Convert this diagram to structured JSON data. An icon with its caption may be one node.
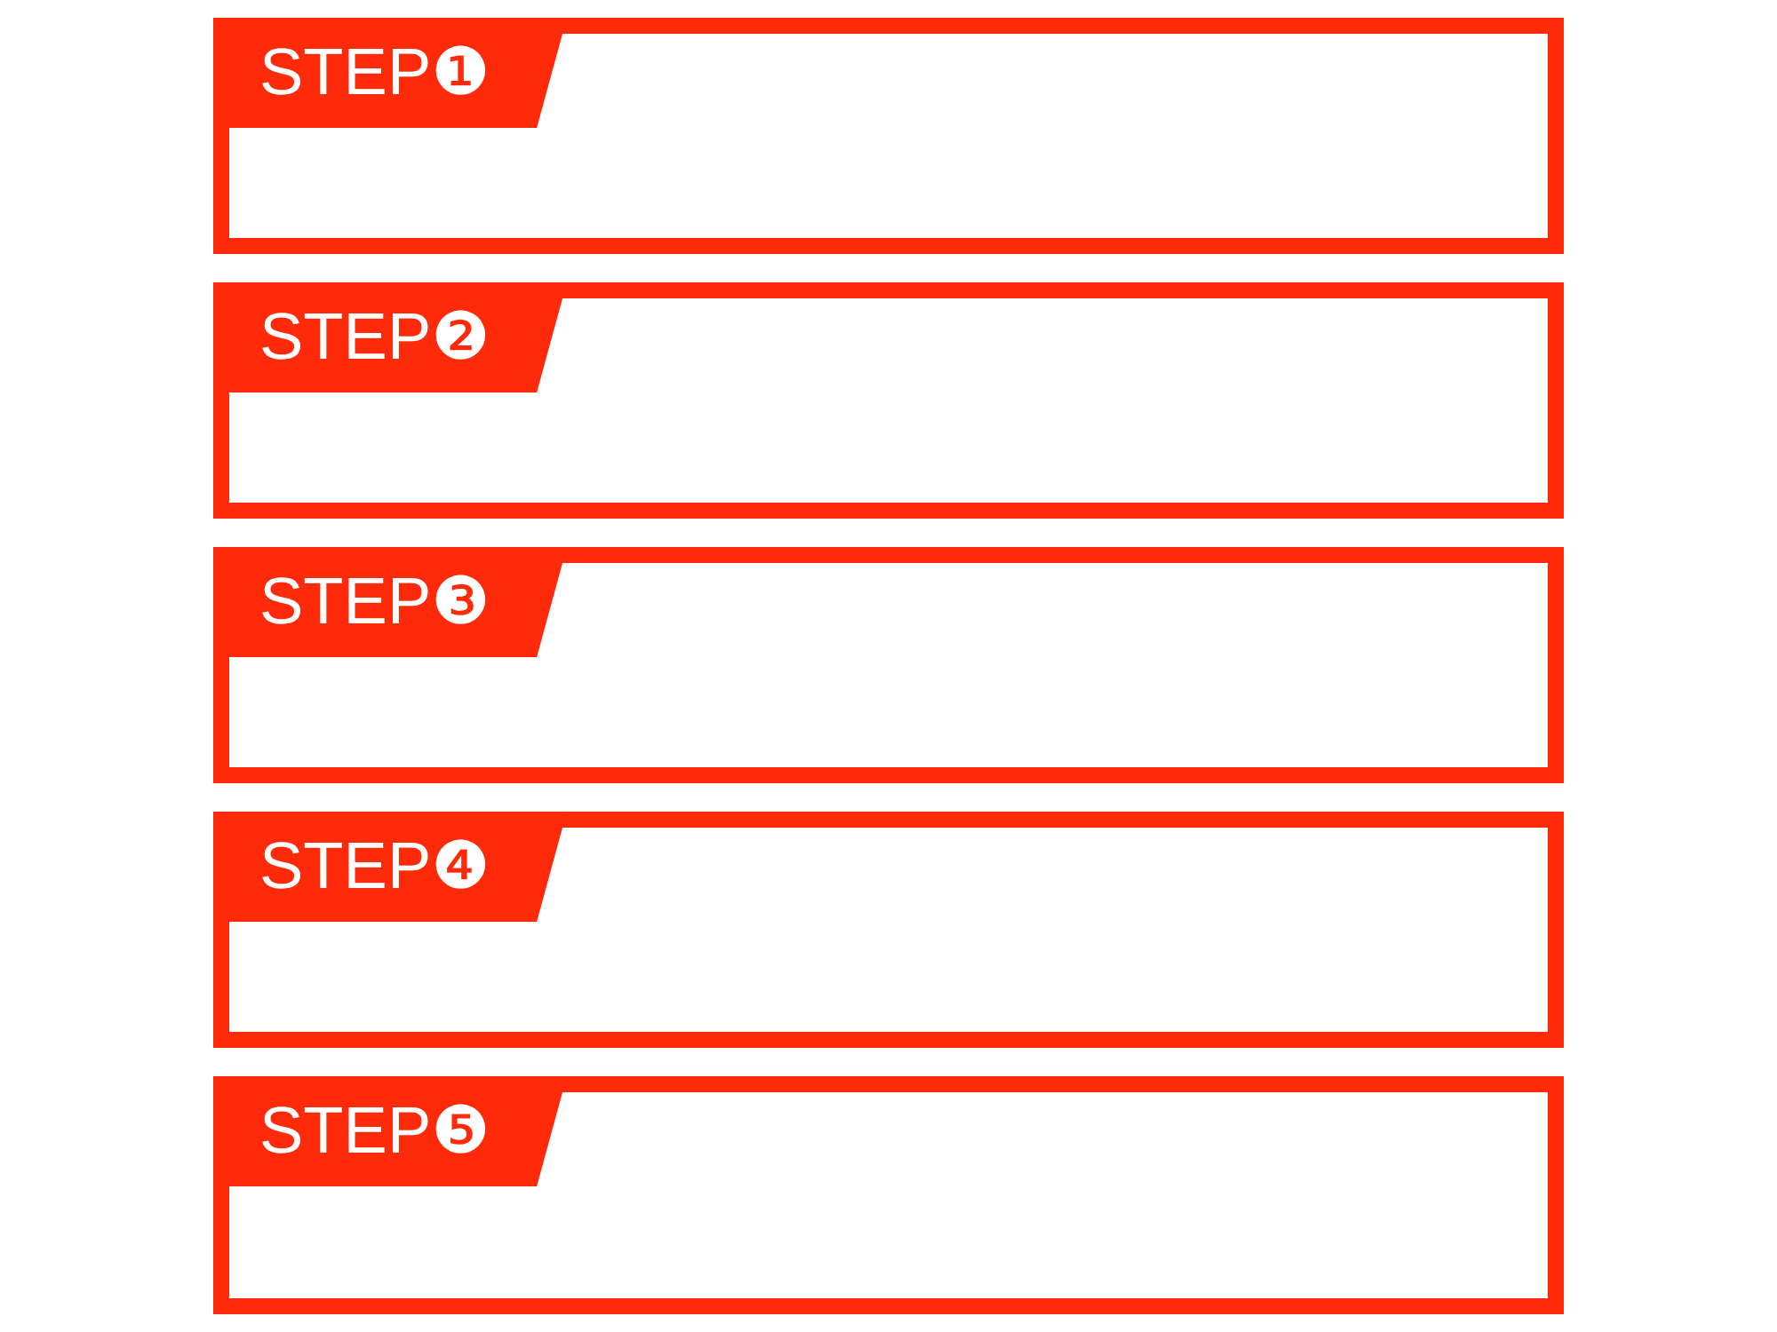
{
  "diagram": {
    "nodes": [
      {
        "text": [
          "STEP❶"
        ]
      },
      {
        "text": [
          "STEP❷"
        ]
      },
      {
        "text": [
          "STEP❸"
        ]
      },
      {
        "text": [
          "STEP❹"
        ]
      },
      {
        "text": [
          "STEP❺"
        ]
      }
    ]
  }
}
